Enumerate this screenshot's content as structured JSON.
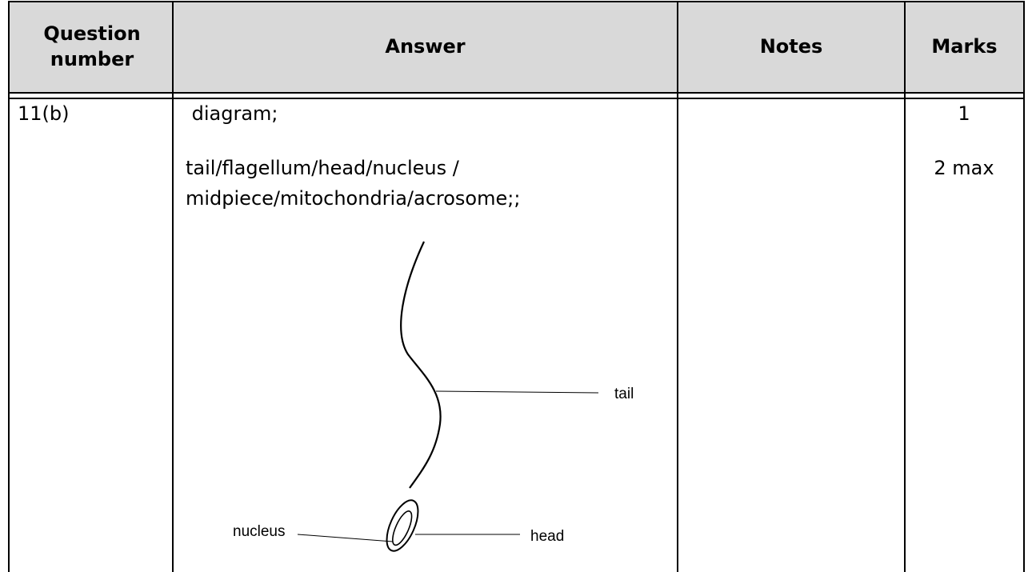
{
  "table": {
    "headers": {
      "question_number": "Question number",
      "answer": "Answer",
      "notes": "Notes",
      "marks": "Marks"
    },
    "row": {
      "question": "11(b)",
      "answer_line1": " diagram;",
      "answer_line2a": "tail/flagellum/head/nucleus /",
      "answer_line2b": "midpiece/mitochondria/acrosome;;",
      "notes": "",
      "mark1": "1",
      "mark2": "2 max"
    }
  },
  "diagram": {
    "labels": {
      "tail": "tail",
      "nucleus": "nucleus",
      "head": "head"
    }
  }
}
